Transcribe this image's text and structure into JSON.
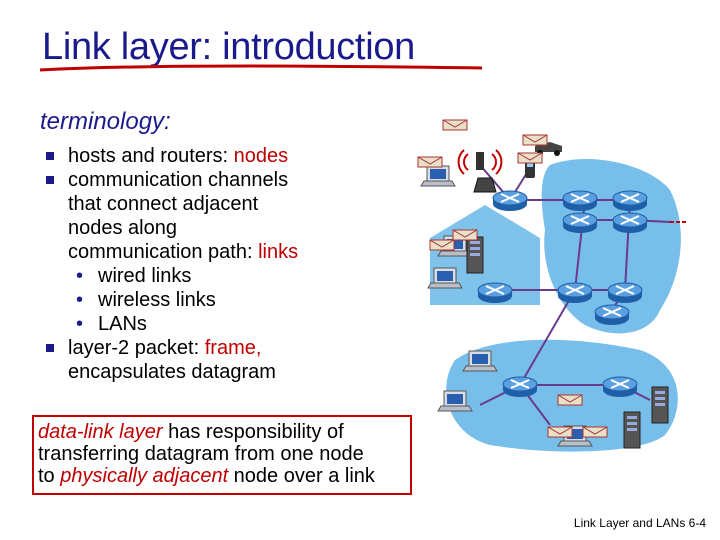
{
  "slide": {
    "title": "Link layer: introduction",
    "subheading": "terminology:",
    "bullets": {
      "b1_text": "hosts and routers: ",
      "b1_term": "nodes",
      "b2_l1": "communication channels",
      "b2_l2": "that connect adjacent",
      "b2_l3": "nodes along",
      "b2_l4_text": "communication path: ",
      "b2_l4_term": "links",
      "sub_items": [
        "wired links",
        "wireless links",
        "LANs"
      ],
      "sub_bullet": "•",
      "b3_text": "layer-2 packet: ",
      "b3_term": "frame,",
      "b3_l2": "encapsulates datagram"
    },
    "paragraph": {
      "p1": "data-link layer",
      "p2": " has responsibility of",
      "line2": "transferring datagram from one node",
      "p3": "to ",
      "p4": "physically adjacent",
      "p5": " node over a link"
    },
    "footer": "Link Layer and LANs 6-4"
  },
  "colors": {
    "title": "#1a1a8c",
    "term": "#c00000",
    "highlight_box": "#c00000",
    "network_cloud": "#5fb4e6"
  },
  "icons": [
    "router-icon",
    "laptop-icon",
    "server-icon",
    "wireless-access-point-icon",
    "phone-icon",
    "car-icon",
    "house-icon",
    "envelope-icon"
  ]
}
